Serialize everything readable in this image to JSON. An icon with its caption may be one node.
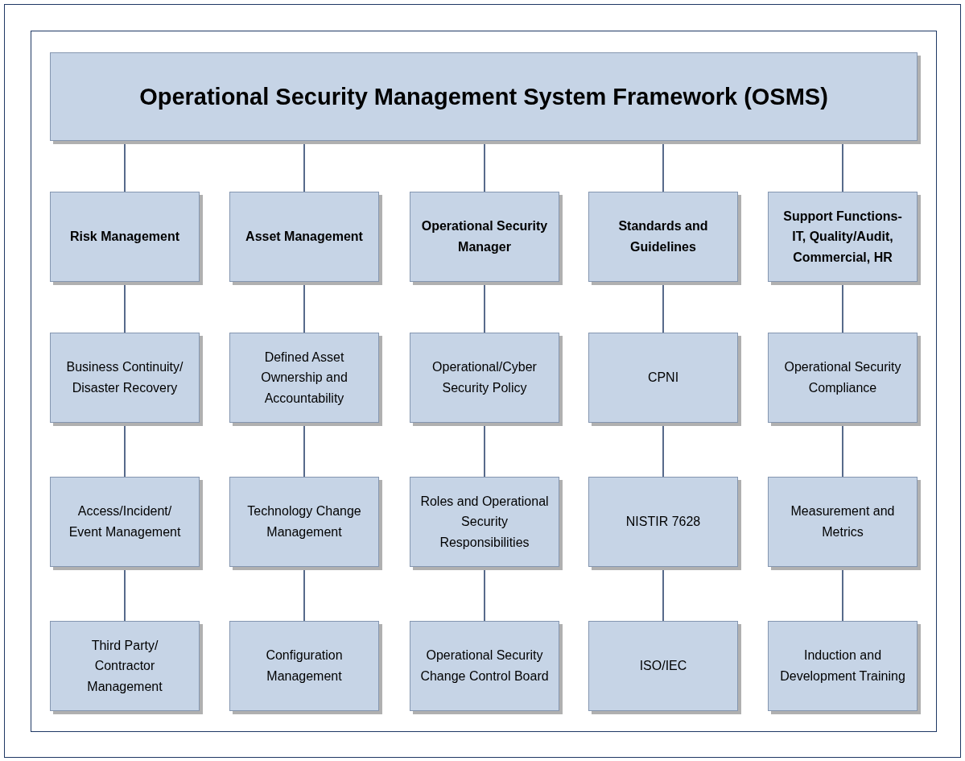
{
  "diagram": {
    "nodes": [
      {
        "text": [
          "Operational Security Management System Framework (OSMS)"
        ]
      },
      {
        "text": [
          "Risk Management"
        ]
      },
      {
        "text": [
          "Asset Management"
        ]
      },
      {
        "text": [
          "Operational Security Manager"
        ]
      },
      {
        "text": [
          "Standards and Guidelines"
        ]
      },
      {
        "text": [
          "Support Functions- IT, Quality/Audit, Commercial, HR"
        ]
      },
      {
        "text": [
          "Business Continuity/ Disaster Recovery"
        ]
      },
      {
        "text": [
          "Defined Asset Ownership and Accountability"
        ]
      },
      {
        "text": [
          "Operational/Cyber Security Policy"
        ]
      },
      {
        "text": [
          "CPNI"
        ]
      },
      {
        "text": [
          "Operational Security Compliance"
        ]
      },
      {
        "text": [
          "Access/Incident/ Event Management"
        ]
      },
      {
        "text": [
          "Technology Change Management"
        ]
      },
      {
        "text": [
          "Roles and Operational Security Responsibilities"
        ]
      },
      {
        "text": [
          "NISTIR 7628"
        ]
      },
      {
        "text": [
          "Measurement and Metrics"
        ]
      },
      {
        "text": [
          "Third Party/ Contractor Management"
        ]
      },
      {
        "text": [
          "Configuration Management"
        ]
      },
      {
        "text": [
          "Operational Security Change Control Board"
        ]
      },
      {
        "text": [
          "ISO/IEC"
        ]
      },
      {
        "text": [
          "Induction and Development Training"
        ]
      }
    ],
    "edges": [
      {
        "from": 0,
        "to": 1,
        "arrow": "none"
      },
      {
        "from": 0,
        "to": 2,
        "arrow": "none"
      },
      {
        "from": 0,
        "to": 3,
        "arrow": "none"
      },
      {
        "from": 0,
        "to": 4,
        "arrow": "none"
      },
      {
        "from": 0,
        "to": 5,
        "arrow": "none"
      },
      {
        "from": 1,
        "to": 6,
        "arrow": "none"
      },
      {
        "from": 6,
        "to": 11,
        "arrow": "none"
      },
      {
        "from": 11,
        "to": 16,
        "arrow": "none"
      },
      {
        "from": 2,
        "to": 7,
        "arrow": "none"
      },
      {
        "from": 7,
        "to": 12,
        "arrow": "none"
      },
      {
        "from": 12,
        "to": 17,
        "arrow": "none"
      },
      {
        "from": 3,
        "to": 8,
        "arrow": "none"
      },
      {
        "from": 8,
        "to": 13,
        "arrow": "none"
      },
      {
        "from": 13,
        "to": 18,
        "arrow": "none"
      },
      {
        "from": 4,
        "to": 9,
        "arrow": "none"
      },
      {
        "from": 9,
        "to": 14,
        "arrow": "none"
      },
      {
        "from": 14,
        "to": 19,
        "arrow": "none"
      },
      {
        "from": 5,
        "to": 10,
        "arrow": "none"
      },
      {
        "from": 10,
        "to": 15,
        "arrow": "none"
      },
      {
        "from": 15,
        "to": 20,
        "arrow": "none"
      }
    ]
  }
}
